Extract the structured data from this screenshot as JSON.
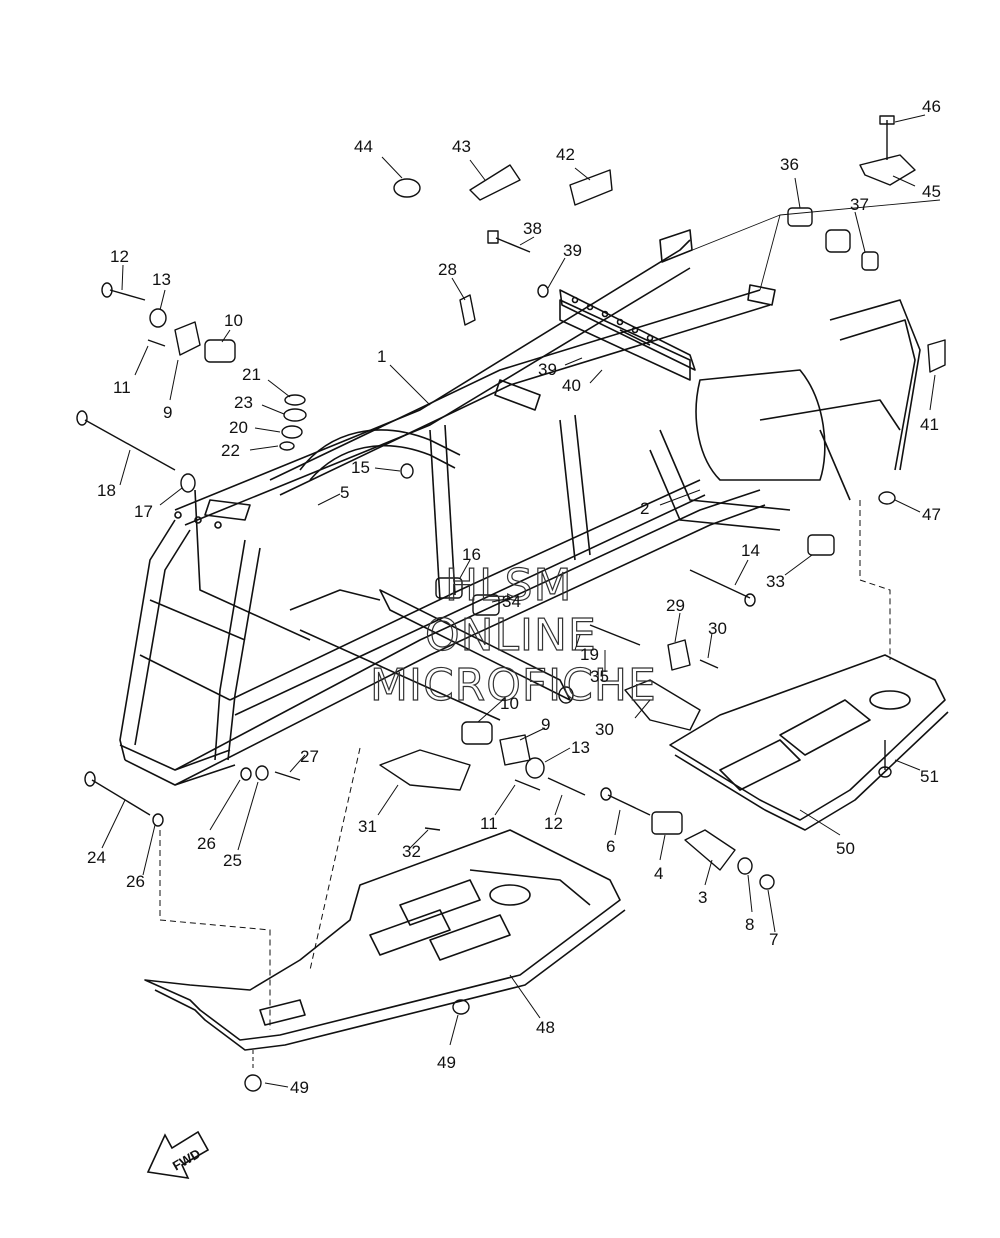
{
  "diagram": {
    "labels": [
      {
        "id": "l44",
        "text": "44"
      },
      {
        "id": "l43",
        "text": "43"
      },
      {
        "id": "l42",
        "text": "42"
      },
      {
        "id": "l46",
        "text": "46"
      },
      {
        "id": "l45",
        "text": "45"
      },
      {
        "id": "l36",
        "text": "36"
      },
      {
        "id": "l37",
        "text": "37"
      },
      {
        "id": "l38",
        "text": "38"
      },
      {
        "id": "l39a",
        "text": "39"
      },
      {
        "id": "l28",
        "text": "28"
      },
      {
        "id": "l12a",
        "text": "12"
      },
      {
        "id": "l13a",
        "text": "13"
      },
      {
        "id": "l10a",
        "text": "10"
      },
      {
        "id": "l11a",
        "text": "11"
      },
      {
        "id": "l9a",
        "text": "9"
      },
      {
        "id": "l1",
        "text": "1"
      },
      {
        "id": "l39b",
        "text": "39"
      },
      {
        "id": "l40",
        "text": "40"
      },
      {
        "id": "l41",
        "text": "41"
      },
      {
        "id": "l21",
        "text": "21"
      },
      {
        "id": "l23",
        "text": "23"
      },
      {
        "id": "l20",
        "text": "20"
      },
      {
        "id": "l22",
        "text": "22"
      },
      {
        "id": "l18",
        "text": "18"
      },
      {
        "id": "l17",
        "text": "17"
      },
      {
        "id": "l15",
        "text": "15"
      },
      {
        "id": "l5",
        "text": "5"
      },
      {
        "id": "l2",
        "text": "2"
      },
      {
        "id": "l47",
        "text": "47"
      },
      {
        "id": "l14",
        "text": "14"
      },
      {
        "id": "l33",
        "text": "33"
      },
      {
        "id": "l16",
        "text": "16"
      },
      {
        "id": "l34",
        "text": "34"
      },
      {
        "id": "l29",
        "text": "29"
      },
      {
        "id": "l30a",
        "text": "30"
      },
      {
        "id": "l19",
        "text": "19"
      },
      {
        "id": "l35",
        "text": "35"
      },
      {
        "id": "l30b",
        "text": "30"
      },
      {
        "id": "l10b",
        "text": "10"
      },
      {
        "id": "l9b",
        "text": "9"
      },
      {
        "id": "l13b",
        "text": "13"
      },
      {
        "id": "l27",
        "text": "27"
      },
      {
        "id": "l51",
        "text": "51"
      },
      {
        "id": "l31",
        "text": "31"
      },
      {
        "id": "l11b",
        "text": "11"
      },
      {
        "id": "l12b",
        "text": "12"
      },
      {
        "id": "l6",
        "text": "6"
      },
      {
        "id": "l4",
        "text": "4"
      },
      {
        "id": "l50",
        "text": "50"
      },
      {
        "id": "l32",
        "text": "32"
      },
      {
        "id": "l24",
        "text": "24"
      },
      {
        "id": "l26a",
        "text": "26"
      },
      {
        "id": "l25",
        "text": "25"
      },
      {
        "id": "l26b",
        "text": "26"
      },
      {
        "id": "l3",
        "text": "3"
      },
      {
        "id": "l8",
        "text": "8"
      },
      {
        "id": "l7",
        "text": "7"
      },
      {
        "id": "l48",
        "text": "48"
      },
      {
        "id": "l49a",
        "text": "49"
      },
      {
        "id": "l49b",
        "text": "49"
      }
    ],
    "watermark": {
      "line1": "HLSM",
      "line2": "ONLINE",
      "line3": "MICROFICHE"
    },
    "fwd_label": "FWD"
  }
}
